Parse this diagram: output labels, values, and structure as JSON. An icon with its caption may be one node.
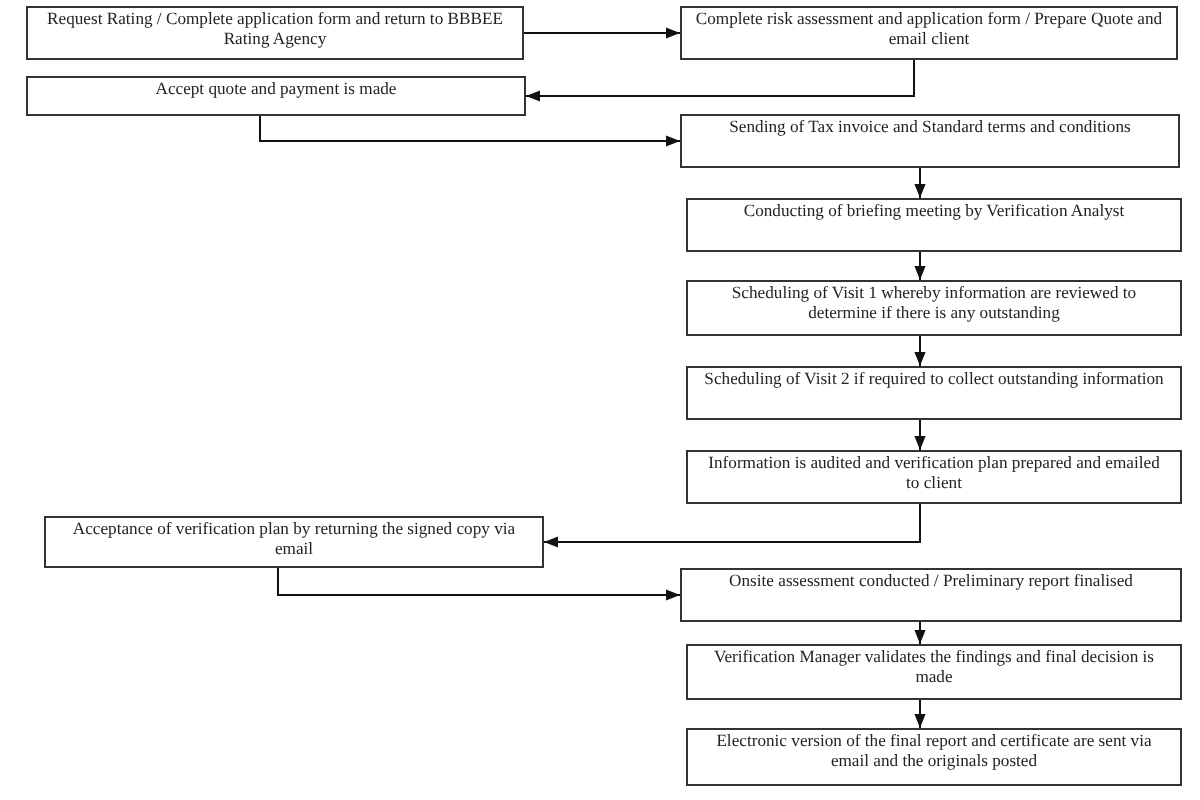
{
  "diagram": {
    "nodes": [
      {
        "text": [
          "Request Rating / Complete application form and return to BBBEE Rating Agency"
        ]
      },
      {
        "text": [
          "Complete risk assessment and application form / Prepare Quote and email client"
        ]
      },
      {
        "text": [
          "Accept quote and payment is made"
        ]
      },
      {
        "text": [
          "Sending of Tax invoice and Standard terms and conditions"
        ]
      },
      {
        "text": [
          "Conducting of briefing meeting by Verification Analyst"
        ]
      },
      {
        "text": [
          "Scheduling of Visit 1 whereby information are reviewed to determine if there is any outstanding"
        ]
      },
      {
        "text": [
          "Scheduling of Visit 2 if required to collect outstanding information"
        ]
      },
      {
        "text": [
          "Information is audited and verification plan prepared and emailed to client"
        ]
      },
      {
        "text": [
          "Acceptance of verification plan by returning the signed copy via email"
        ]
      },
      {
        "text": [
          "Onsite assessment conducted / Preliminary report finalised"
        ]
      },
      {
        "text": [
          "Verification Manager validates the findings and final decision is made"
        ]
      },
      {
        "text": [
          "Electronic version of the final report and certificate are sent via email and the originals posted"
        ]
      }
    ],
    "edges": [
      {
        "from": 0,
        "to": 1,
        "arrow": "to"
      },
      {
        "from": 1,
        "to": 2,
        "arrow": "to"
      },
      {
        "from": 2,
        "to": 3,
        "arrow": "to"
      },
      {
        "from": 3,
        "to": 4,
        "arrow": "to"
      },
      {
        "from": 4,
        "to": 5,
        "arrow": "to"
      },
      {
        "from": 5,
        "to": 6,
        "arrow": "to"
      },
      {
        "from": 6,
        "to": 7,
        "arrow": "to"
      },
      {
        "from": 7,
        "to": 8,
        "arrow": "to"
      },
      {
        "from": 8,
        "to": 9,
        "arrow": "to"
      },
      {
        "from": 9,
        "to": 10,
        "arrow": "to"
      },
      {
        "from": 10,
        "to": 11,
        "arrow": "to"
      }
    ]
  }
}
